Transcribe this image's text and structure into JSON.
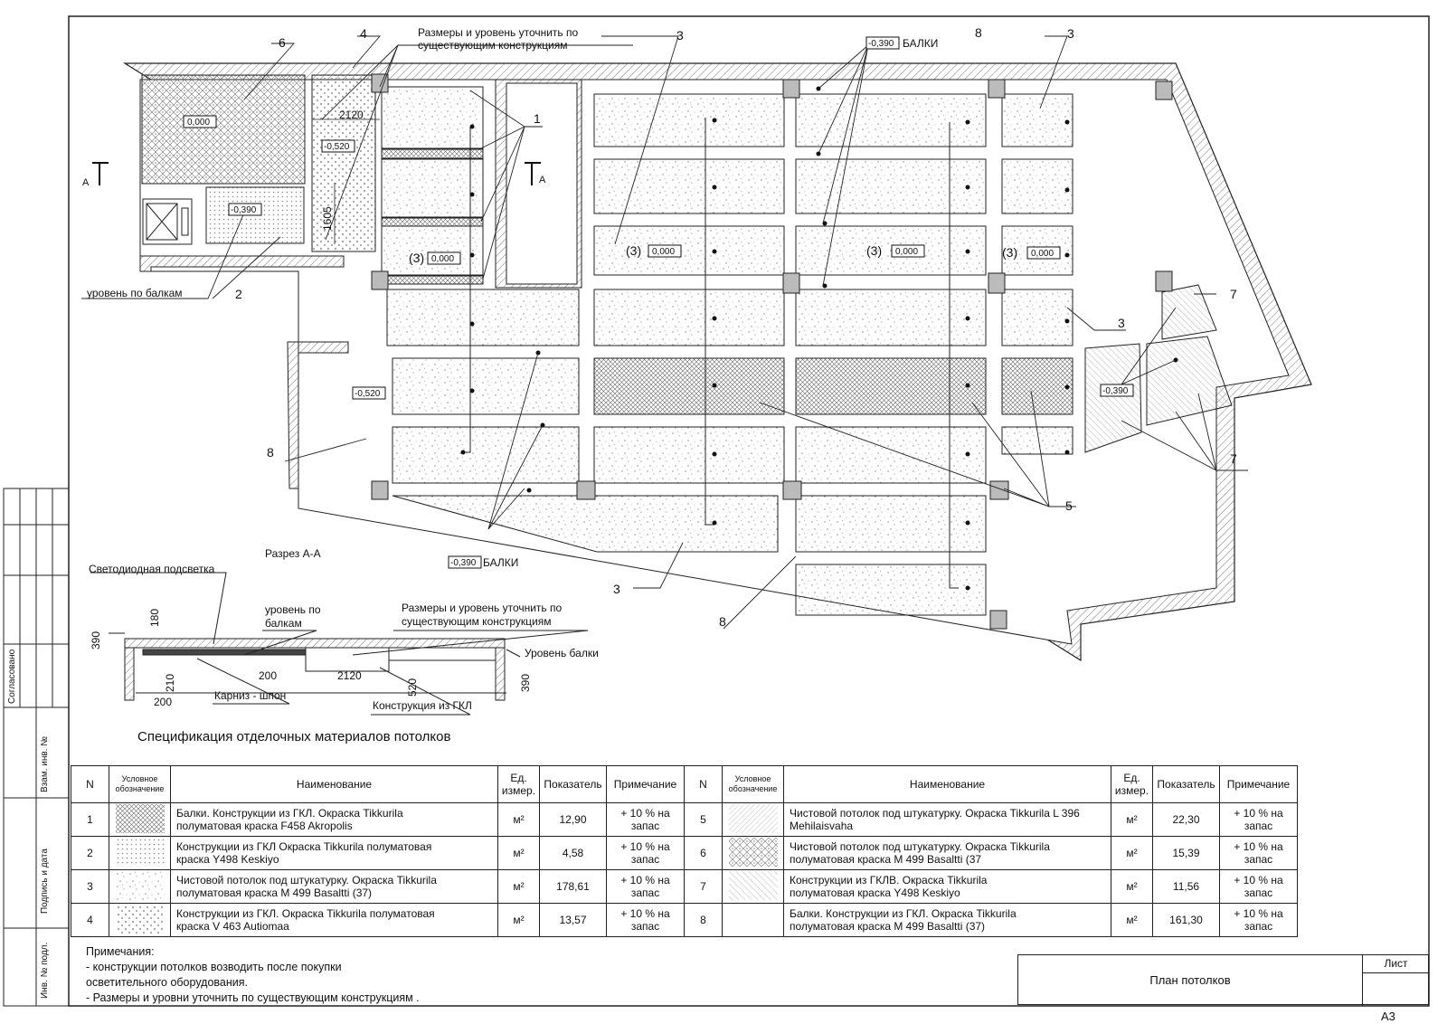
{
  "plan": {
    "level_labels": {
      "zero": "0,000",
      "m390": "-0,390",
      "m520": "-0,520"
    },
    "label_beams": "БАЛКИ",
    "label_clarify_l1": "Размеры и уровень уточнить по",
    "label_clarify_l2": "существующим конструкциям",
    "label_level_beams": "уровень по балкам",
    "label_section_mark": "А",
    "paren3": "(3)",
    "dim_2120": "2120",
    "dim_1605": "1605",
    "numbers": {
      "n1": "1",
      "n2": "2",
      "n3": "3",
      "n4": "4",
      "n5": "5",
      "n6": "6",
      "n7": "7",
      "n8": "8"
    }
  },
  "section": {
    "title": "Разрез А-А",
    "led": "Светодиодная подсветка",
    "level_beams_l1": "уровень по",
    "level_beams_l2": "балкам",
    "clarify_l1": "Размеры и уровень уточнить по",
    "clarify_l2": "существующим конструкциям",
    "beam_level": "Уровень балки",
    "cornice": "Карниз - шпон",
    "gkl": "Конструкция из ГКЛ",
    "d390": "390",
    "d180": "180",
    "d210": "210",
    "d200": "200",
    "d2120": "2120",
    "d520": "520"
  },
  "spec": {
    "title": "Спецификация отделочных материалов потолков",
    "headers": {
      "n": "N",
      "symbol_l1": "Условное",
      "symbol_l2": "обозначение",
      "name": "Наименование",
      "unit_l1": "Ед.",
      "unit_l2": "измер.",
      "value": "Показатель",
      "note": "Примечание"
    },
    "rows": [
      {
        "left": {
          "n": "1",
          "pattern": "crosshatch",
          "name_l1": "Балки. Конструкции из ГКЛ. Окраска Tikkurila",
          "name_l2": "полуматовая краска F458 Akropolis",
          "unit": "м²",
          "value": "12,90",
          "note_l1": "+ 10 % на",
          "note_l2": "запас"
        },
        "right": {
          "n": "5",
          "pattern": "diagonal",
          "name_l1": "Чистовой потолок под штукатурку. Окраска Tikkurila  L 396",
          "name_l2": "Mehilaisvaha",
          "unit": "м²",
          "value": "22,30",
          "note_l1": "+ 10 % на",
          "note_l2": "запас"
        }
      },
      {
        "left": {
          "n": "2",
          "pattern": "grid",
          "name_l1": "Конструкции из ГКЛ  Окраска Tikkurila  полуматовая",
          "name_l2": "краска Y498 Keskiyo",
          "unit": "м²",
          "value": "4,58",
          "note_l1": "+ 10 % на",
          "note_l2": "запас"
        },
        "right": {
          "n": "6",
          "pattern": "lattice",
          "name_l1": "Чистовой потолок под штукатурку. Окраска Tikkurila",
          "name_l2": "полуматовая краска М 499 Basaltti (37",
          "unit": "м²",
          "value": "15,39",
          "note_l1": "+ 10 % на",
          "note_l2": "запас"
        }
      },
      {
        "left": {
          "n": "3",
          "pattern": "dots",
          "name_l1": "Чистовой потолок под штукатурку. Окраска Tikkurila",
          "name_l2": "полуматовая краска М 499 Basaltti (37)",
          "unit": "м²",
          "value": "178,61",
          "note_l1": "+ 10 % на",
          "note_l2": "запас"
        },
        "right": {
          "n": "7",
          "pattern": "hatch",
          "name_l1": "Конструкции из ГКЛВ. Окраска Tikkurila",
          "name_l2": "полуматовая краска Y498 Keskiyo",
          "unit": "м²",
          "value": "11,56",
          "note_l1": "+ 10 % на",
          "note_l2": "запас"
        }
      },
      {
        "left": {
          "n": "4",
          "pattern": "xdots",
          "name_l1": "Конструкции из ГКЛ. Окраска Tikkurila  полуматовая",
          "name_l2": "краска V 463 Autiomaa",
          "unit": "м²",
          "value": "13,57",
          "note_l1": "+ 10 % на",
          "note_l2": "запас"
        },
        "right": {
          "n": "8",
          "pattern": "none",
          "name_l1": "Балки. Конструкции из ГКЛ. Окраска Tikkurila",
          "name_l2": "полуматовая краска М 499 Basaltti (37)",
          "unit": "м²",
          "value": "161,30",
          "note_l1": "+ 10 % на",
          "note_l2": "запас"
        }
      }
    ]
  },
  "notes": {
    "title": "Примечания:",
    "line1": "- конструкции потолков возводить после покупки",
    "line2": "осветительного оборудования.",
    "line3": "- Размеры и уровни уточнить по существующим конструкциям ."
  },
  "stamp": {
    "title": "План потолков",
    "sheet_label": "Лист",
    "format": "А3"
  },
  "side": {
    "agreed": "Согласовано",
    "inv_vzam": "Взам. инв. №",
    "sign_date": "Подпись и дата",
    "inv_orig": "Инв. № подл."
  }
}
